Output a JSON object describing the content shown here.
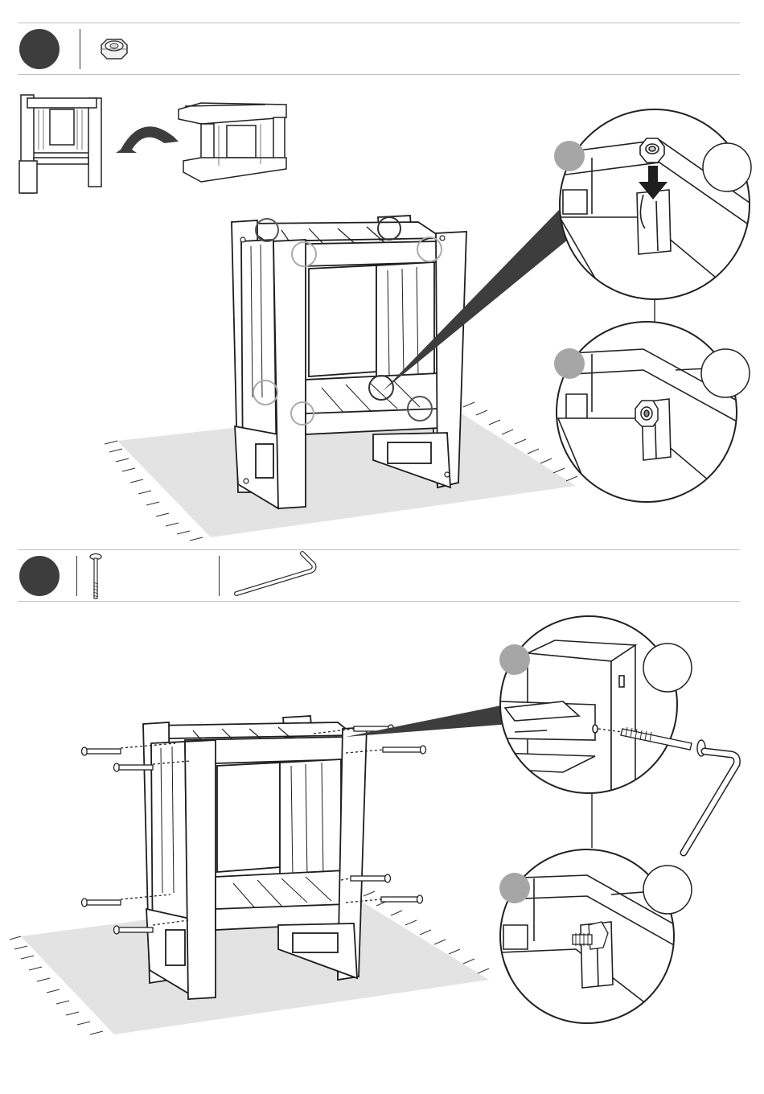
{
  "manual": {
    "steps": [
      {
        "parts": [
          "hex-nut"
        ]
      },
      {
        "parts": [
          "long-bolt",
          "allen-key"
        ]
      }
    ]
  }
}
